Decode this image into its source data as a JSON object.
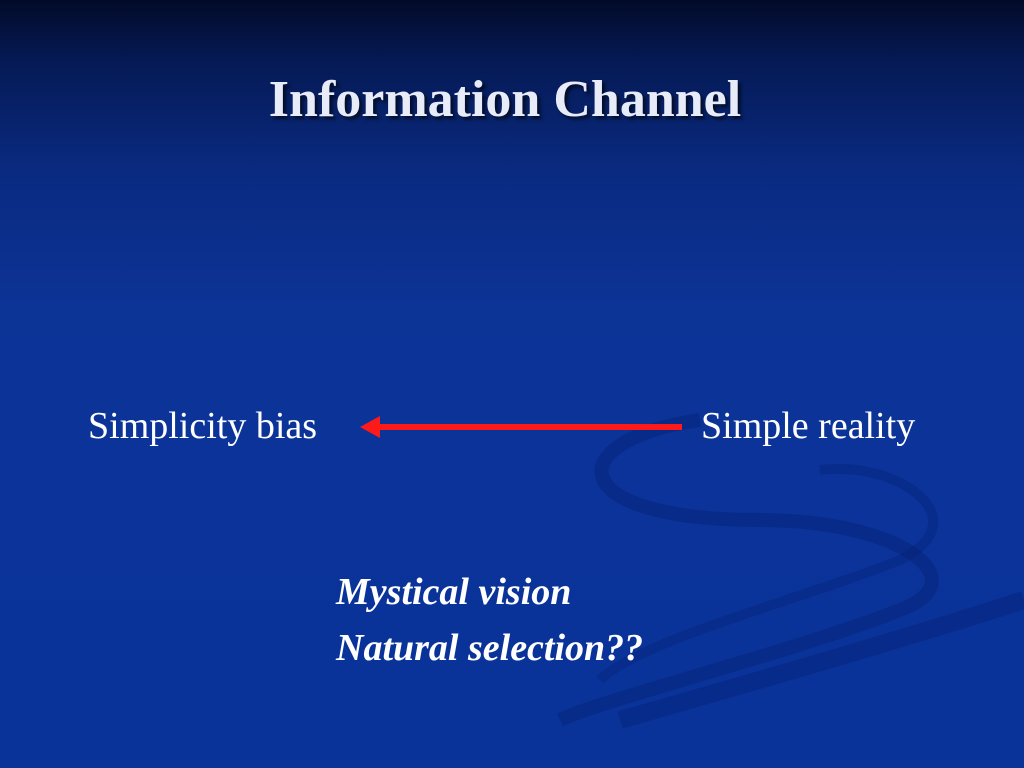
{
  "slide": {
    "title": "Information Channel",
    "left_label": "Simplicity bias",
    "right_label": "Simple reality",
    "arrow": {
      "direction": "right-to-left",
      "color": "#ff1a1a"
    },
    "notes": [
      "Mystical vision",
      "Natural selection??"
    ]
  },
  "colors": {
    "background": "#0a3399",
    "text": "#ffffff",
    "arrow": "#ff1a1a"
  }
}
